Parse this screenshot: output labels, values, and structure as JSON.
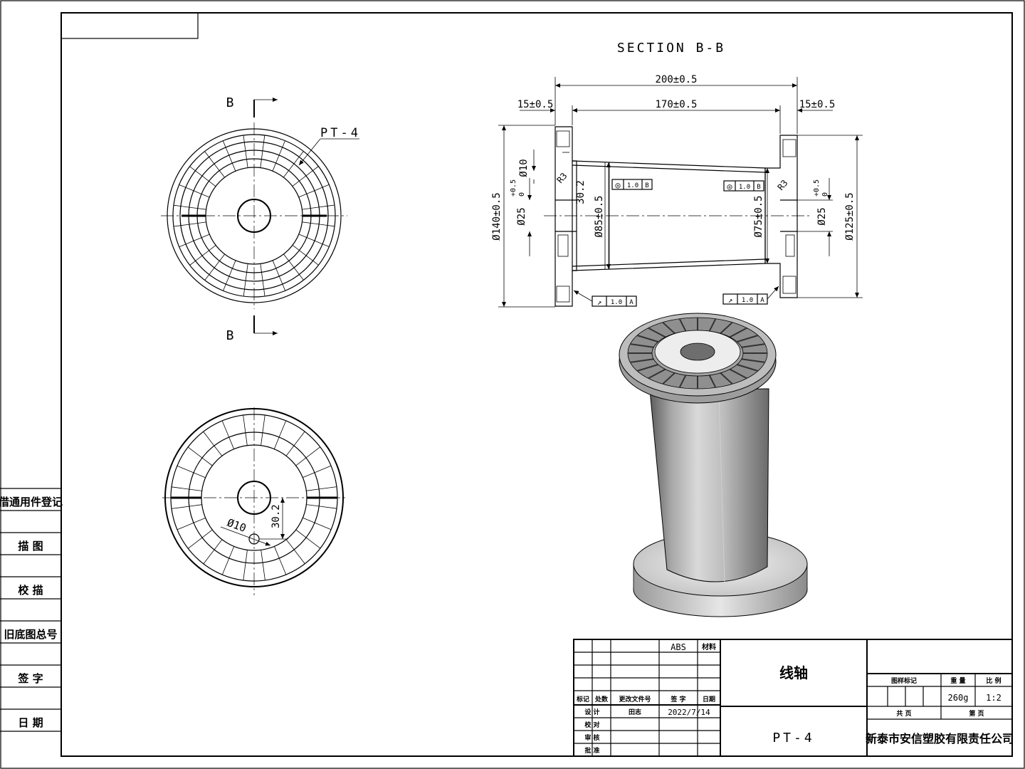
{
  "drawing": {
    "section_title": "SECTION B-B",
    "section_mark": "B",
    "part_callout": "PT-4",
    "dims": {
      "overall_length": "200±0.5",
      "barrel_length": "170±0.5",
      "flange_left": "15±0.5",
      "flange_right": "15±0.5",
      "dia_140": "Ø140±0.5",
      "dia_125": "Ø125±0.5",
      "dia_85": "Ø85±0.5",
      "dia_75": "Ø75±0.5",
      "bore_left": "Ø25",
      "bore_right": "Ø25",
      "bore_tol_upper": "+0.5",
      "bore_tol_lower": "0",
      "hole_dia": "Ø10",
      "hole_offset": "30.2",
      "radius_left": "R3",
      "radius_right": "R3"
    },
    "gdt": {
      "conc_left": {
        "symbol": "◎",
        "value": "1.0",
        "datum": "B"
      },
      "conc_right": {
        "symbol": "◎",
        "value": "1.0",
        "datum": "B"
      },
      "runout_left": {
        "symbol": "↗",
        "value": "1.0",
        "datum": "A"
      },
      "runout_right": {
        "symbol": "↗",
        "value": "1.0",
        "datum": "A"
      }
    }
  },
  "side_panel": {
    "labels": [
      "借通用件登记",
      "描 图",
      "校 描",
      "旧底图总号",
      "签 字",
      "日 期"
    ]
  },
  "title_block": {
    "material_value": "ABS",
    "material_label": "材料",
    "part_name": "线轴",
    "drawing_no": "PT-4",
    "rev_headers": [
      "标记",
      "处数",
      "更改文件号",
      "签 字",
      "日期"
    ],
    "role_design": "设 计",
    "role_check": "校 对",
    "role_review": "审 核",
    "role_approve": "批 准",
    "designer": "田志",
    "date": "2022/7/14",
    "stage_label": "图样标记",
    "weight_label": "重 量",
    "scale_label": "比 例",
    "weight_value": "260g",
    "scale_value": "1:2",
    "total_sheets_label": "共 页",
    "sheet_label": "第 页",
    "company": "新泰市安信塑胶有限责任公司"
  }
}
